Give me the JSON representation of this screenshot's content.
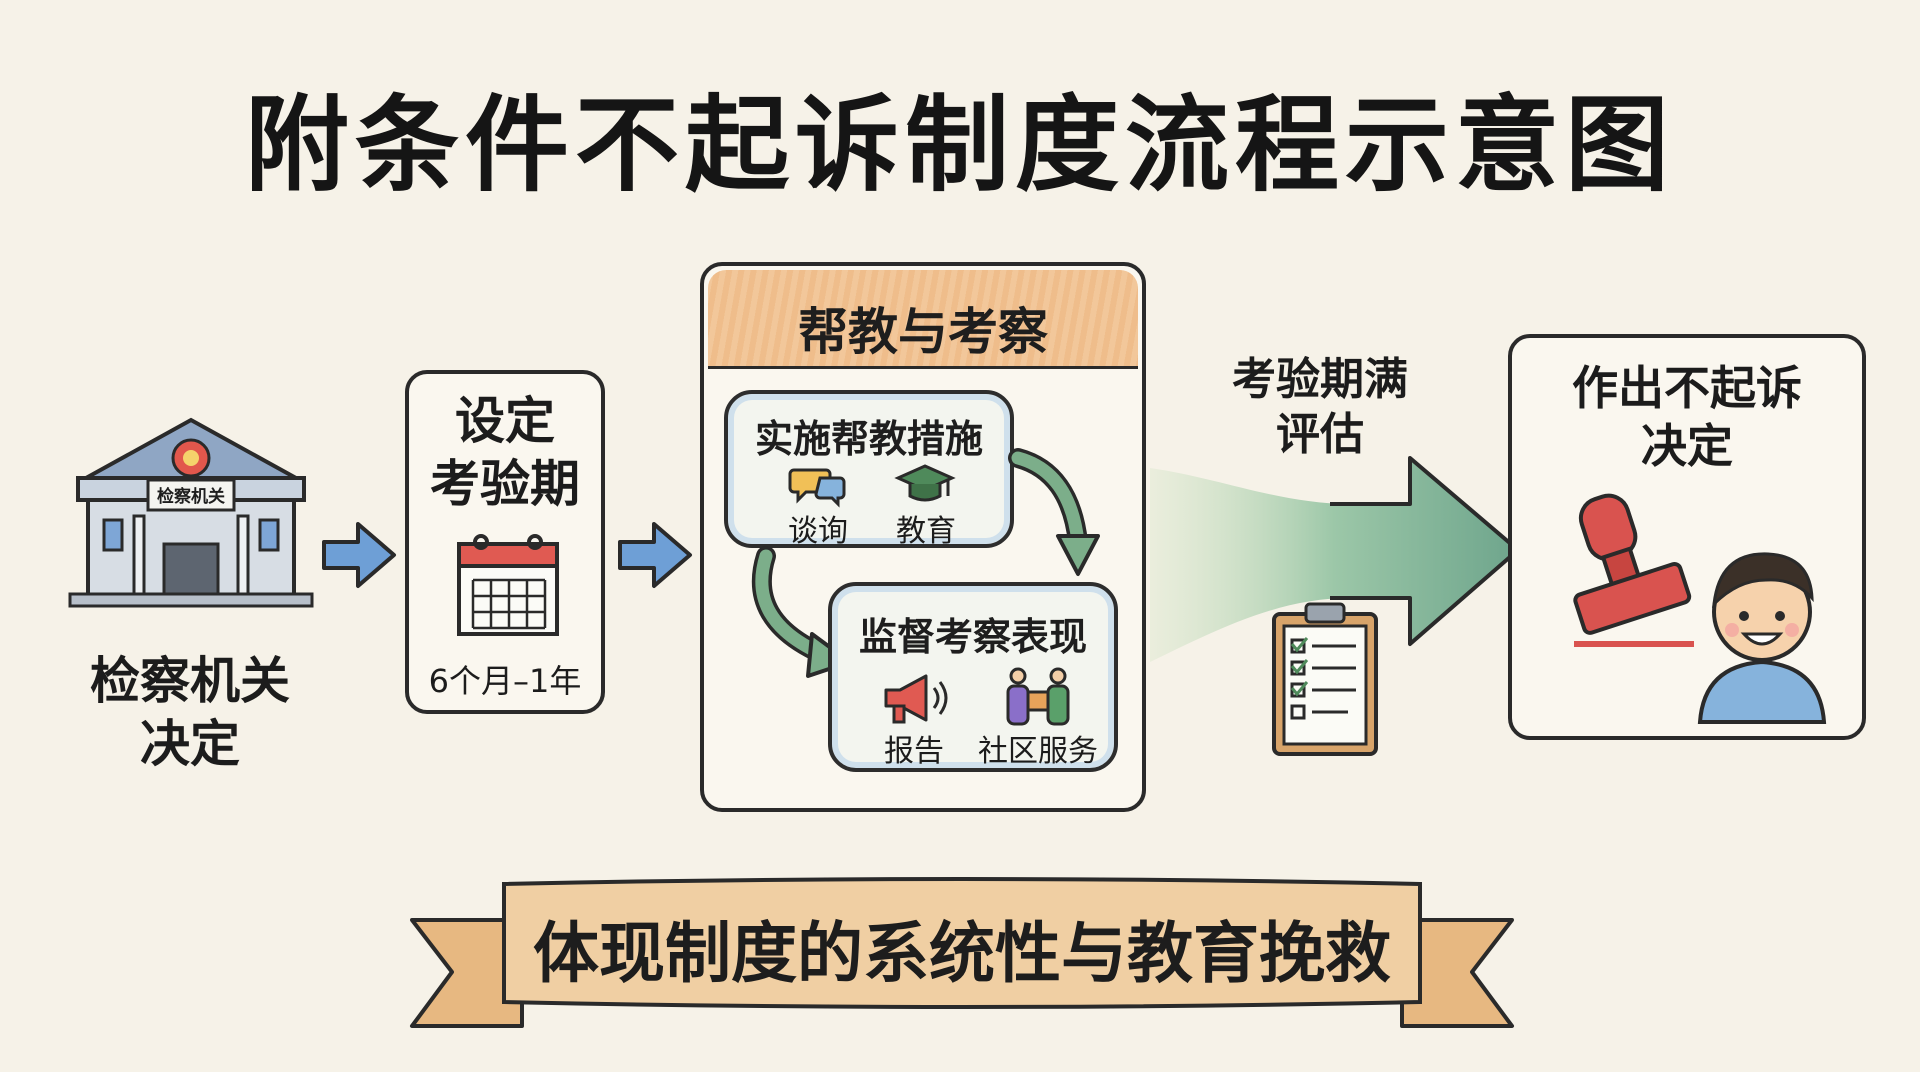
{
  "title": "附条件不起诉制度流程示意图",
  "step1": {
    "sign_text": "检察机关",
    "caption_line1": "检察机关",
    "caption_line2": "决定"
  },
  "step2": {
    "label_line1": "设定",
    "label_line2": "考验期",
    "duration": "6个月–1年"
  },
  "step3": {
    "header": "帮教与考察",
    "measures": {
      "title": "实施帮教措施",
      "item1": "谈询",
      "item2": "教育"
    },
    "supervision": {
      "title": "监督考察表现",
      "item1": "报告",
      "item2": "社区服务"
    }
  },
  "step4": {
    "label_line1": "考验期满",
    "label_line2": "评估"
  },
  "step5": {
    "label_line1": "作出不起诉",
    "label_line2": "决定"
  },
  "banner": "体现制度的系统性与教育挽救",
  "colors": {
    "background": "#f6f2e8",
    "blue_arrow": "#6e9fd6",
    "green_arrow": "#7cae8a",
    "orange_band": "#f2c79a",
    "stamp_red": "#d9534f",
    "banner_fill": "#f0cfa3"
  }
}
